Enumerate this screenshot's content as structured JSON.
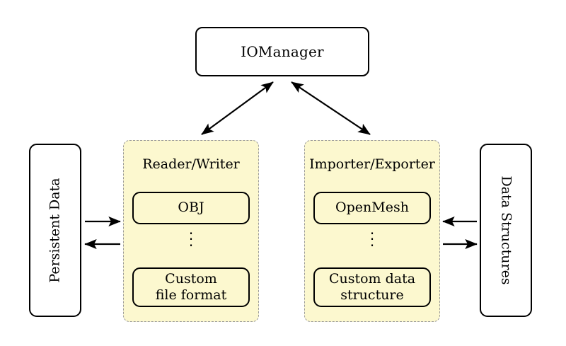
{
  "diagram": {
    "title_box": {
      "label": "IOManager"
    },
    "left_endpoint": {
      "label": "Persistent Data"
    },
    "right_endpoint": {
      "label": "Data Structures"
    },
    "groups": [
      {
        "name": "reader-writer",
        "title": "Reader/Writer",
        "top_item": "OBJ",
        "ellipsis": "⋮",
        "bottom_item_line1": "Custom",
        "bottom_item_line2": "file format"
      },
      {
        "name": "importer-exporter",
        "title": "Importer/Exporter",
        "top_item": "OpenMesh",
        "ellipsis": "⋮",
        "bottom_item_line1": "Custom data",
        "bottom_item_line2": "structure"
      }
    ],
    "connections": [
      {
        "name": "manager-to-reader-writer",
        "style": "double-headed",
        "orientation": "diagonal"
      },
      {
        "name": "manager-to-importer-exporter",
        "style": "double-headed",
        "orientation": "diagonal"
      },
      {
        "name": "persistent-data-to-reader-writer",
        "style": "single-headed",
        "direction": "right"
      },
      {
        "name": "reader-writer-to-persistent-data",
        "style": "single-headed",
        "direction": "left"
      },
      {
        "name": "data-structures-to-importer-exporter",
        "style": "single-headed",
        "direction": "left"
      },
      {
        "name": "importer-exporter-to-data-structures",
        "style": "single-headed",
        "direction": "right"
      }
    ],
    "colors": {
      "panel_fill": "#fcf8cf",
      "panel_border": "#9a9a9a",
      "box_border": "#000000",
      "box_fill": "#ffffff",
      "background": "#ffffff",
      "text": "#000000"
    }
  }
}
